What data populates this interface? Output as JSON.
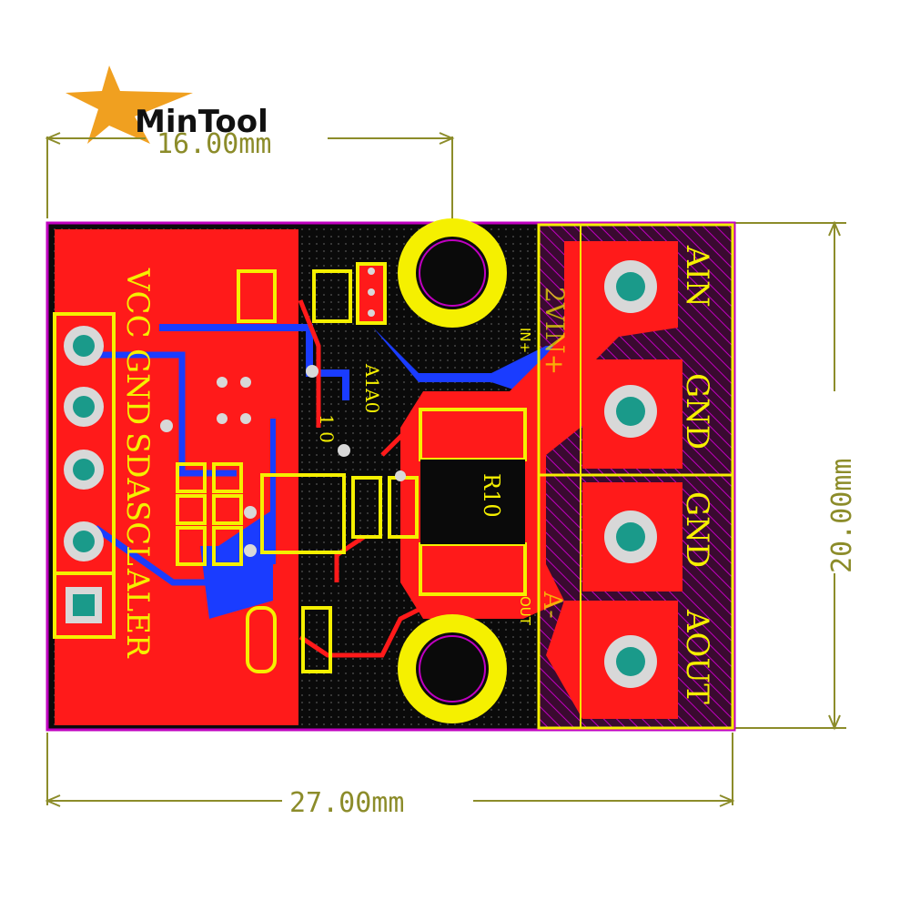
{
  "logo": {
    "text": "MinTool"
  },
  "dimensions": {
    "top": "16.00mm",
    "bottom": "27.00mm",
    "right": "20.00mm"
  },
  "board": {
    "pins_left": [
      "VCC",
      "GND",
      "SDA",
      "SCL",
      "ALER"
    ],
    "pins_right": [
      "AIN",
      "GND",
      "GND",
      "AOUT"
    ],
    "address_label": "A1A0",
    "address_bits": "1  0",
    "resistor_label": "R10",
    "in_label": "IN+",
    "out_label": "OUT",
    "minus_label": "A-",
    "plus_label": "2VIN+"
  },
  "colors": {
    "board_black": "#0a0a0a",
    "copper_red": "#ff1a1a",
    "silkscreen": "#f5f000",
    "trace_blue": "#1a3cff",
    "pad_teal": "#1a9a8a",
    "outline_magenta": "#c000c0",
    "dimension": "#8c8c2a",
    "logo_star": "#f0a020"
  }
}
